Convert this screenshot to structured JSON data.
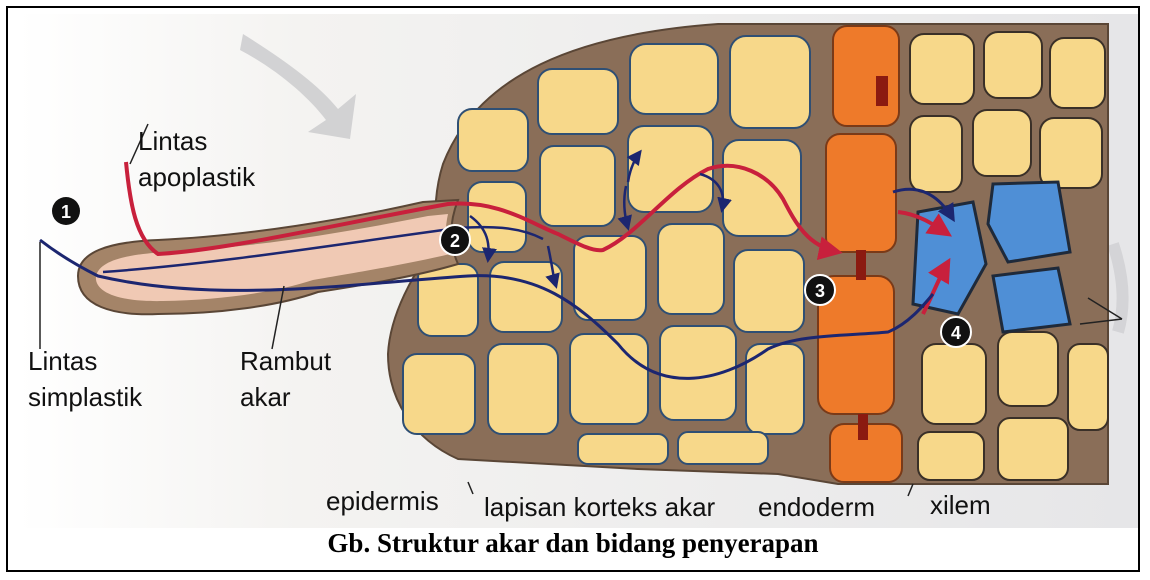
{
  "labels": {
    "apoplastic": [
      "Lintas",
      "apoplastik"
    ],
    "symplastic": [
      "Lintas",
      "simplastik"
    ],
    "root_hair": [
      "Rambut",
      "akar"
    ],
    "epidermis": "epidermis",
    "cortex": "lapisan korteks akar",
    "endoderm": "endoderm",
    "xylem": "xilem"
  },
  "markers": [
    "1",
    "2",
    "3",
    "4"
  ],
  "caption": "Gb. Struktur akar dan bidang penyerapan",
  "colors": {
    "apoplastic_path": "#c8203c",
    "symplastic_path": "#1c2670",
    "cell_wall": "#8a6e58",
    "cortex_cell": "#f7d88a",
    "endoderm_cell": "#ee7a2a",
    "xylem_cell": "#4f8fd6",
    "casparian_strip": "#8b1a10"
  }
}
